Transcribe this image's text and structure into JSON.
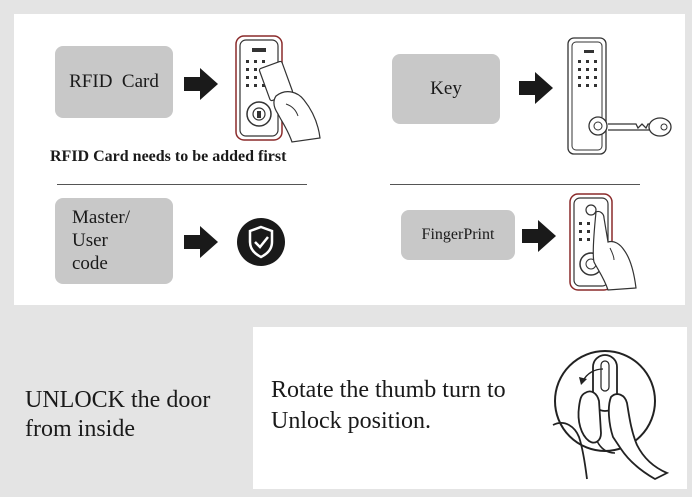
{
  "methods": {
    "rfid": {
      "label": "RFID  Card",
      "note": "RFID Card needs to be added first"
    },
    "key": {
      "label": "Key"
    },
    "code": {
      "label_line1": "Master/",
      "label_line2": "User",
      "label_line3": "code"
    },
    "fingerprint": {
      "label": "FingerPrint"
    }
  },
  "inside": {
    "heading_line1": "UNLOCK the door",
    "heading_line2": "from inside",
    "instruction_line1": "Rotate the thumb turn to",
    "instruction_line2": "Unlock position."
  },
  "icons": {
    "arrow": "right-arrow-icon",
    "shield": "shield-check-icon",
    "rfid_lock": "lock-with-card-icon",
    "key_lock": "lock-with-key-icon",
    "finger_lock": "lock-with-finger-icon",
    "thumb_turn": "thumb-turn-icon"
  },
  "colors": {
    "background": "#e4e4e4",
    "panel": "#ffffff",
    "box": "#c8c8c8",
    "ink": "#1a1a1a",
    "lock_accent": "#8a2a2a"
  }
}
